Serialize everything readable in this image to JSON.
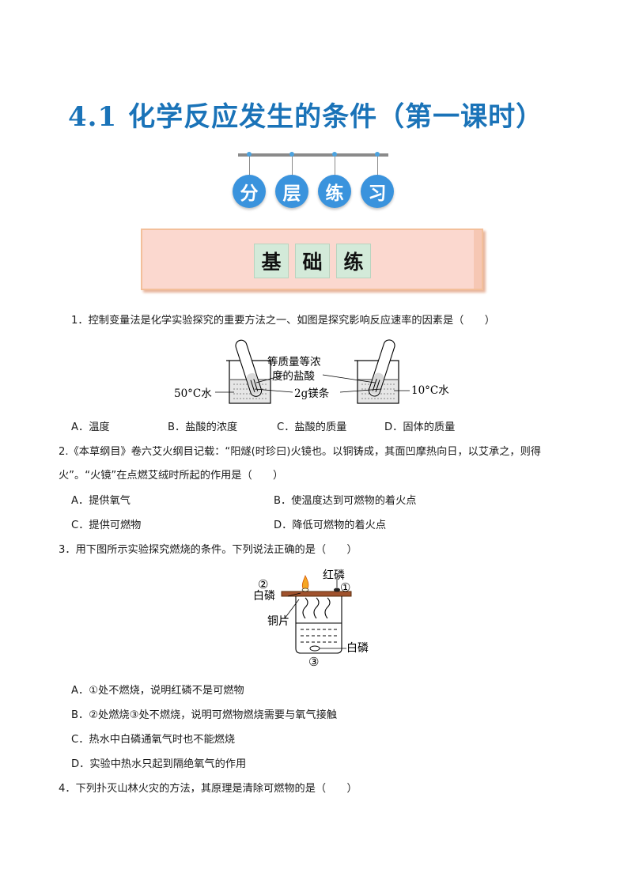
{
  "title": {
    "number": "4.1",
    "text": "化学反应发生的条件（第一课时）"
  },
  "header_chars": [
    "分",
    "层",
    "练",
    "习"
  ],
  "banner_chars": [
    "基",
    "础",
    "练"
  ],
  "questions": [
    {
      "stem": "1．控制变量法是化学实验探究的重要方法之一、如图是探究影响反应速率的因素是（　　）",
      "figure_labels": {
        "acid_line1": "等质量等浓",
        "acid_line2": "度的盐酸",
        "left_water": "50°C水",
        "magnesium": "2g镁条",
        "right_water": "10°C水"
      },
      "options": [
        "A．温度",
        "B．盐酸的浓度",
        "C．盐酸的质量",
        "D．固体的质量"
      ]
    },
    {
      "stem_line1": "2.《本草纲目》卷六艾火纲目记载：“阳燧(时珍曰)火镜也。以铜铸成，其面凹摩热向日，以艾承之，则得",
      "stem_line2": "火”。“火镜”在点燃艾绒时所起的作用是（　　）",
      "options": [
        "A．提供氧气",
        "B．使温度达到可燃物的着火点",
        "C．提供可燃物",
        "D．降低可燃物的着火点"
      ]
    },
    {
      "stem": "3．用下图所示实验探究燃烧的条件。下列说法正确的是（　　）",
      "figure_labels": {
        "red_p": "红磷",
        "mark1": "①",
        "mark2": "②",
        "white_p_top": "白磷",
        "copper": "铜片",
        "white_p_water": "白磷",
        "mark3": "③"
      },
      "options": [
        "A．①处不燃烧，说明红磷不是可燃物",
        "B．②处燃烧③处不燃烧，说明可燃物燃烧需要与氧气接触",
        "C．热水中白磷通氧气时也不能燃烧",
        "D．实验中热水只起到隔绝氧气的作用"
      ]
    },
    {
      "stem": "4．下列扑灭山林火灾的方法，其原理是清除可燃物的是（　　）"
    }
  ]
}
